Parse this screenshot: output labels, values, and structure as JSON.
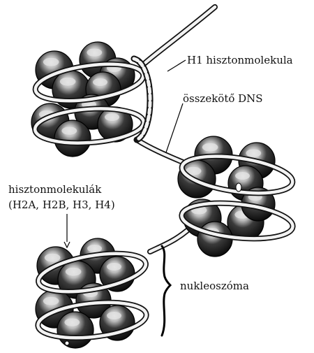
{
  "labels": {
    "h1": "H1 hisztonmolekula",
    "linker_dna": "összekötő DNS",
    "histones_title": "hisztonmolekulák",
    "histones_list": "(H2A, H2B, H3, H4)",
    "nucleosome": "nukleoszóma"
  },
  "colors": {
    "background": "#ffffff",
    "sphere_dark": "#151515",
    "sphere_highlight": "#d9d9d9",
    "dna_fill": "#f2f2f2",
    "dna_edge": "#111111"
  }
}
